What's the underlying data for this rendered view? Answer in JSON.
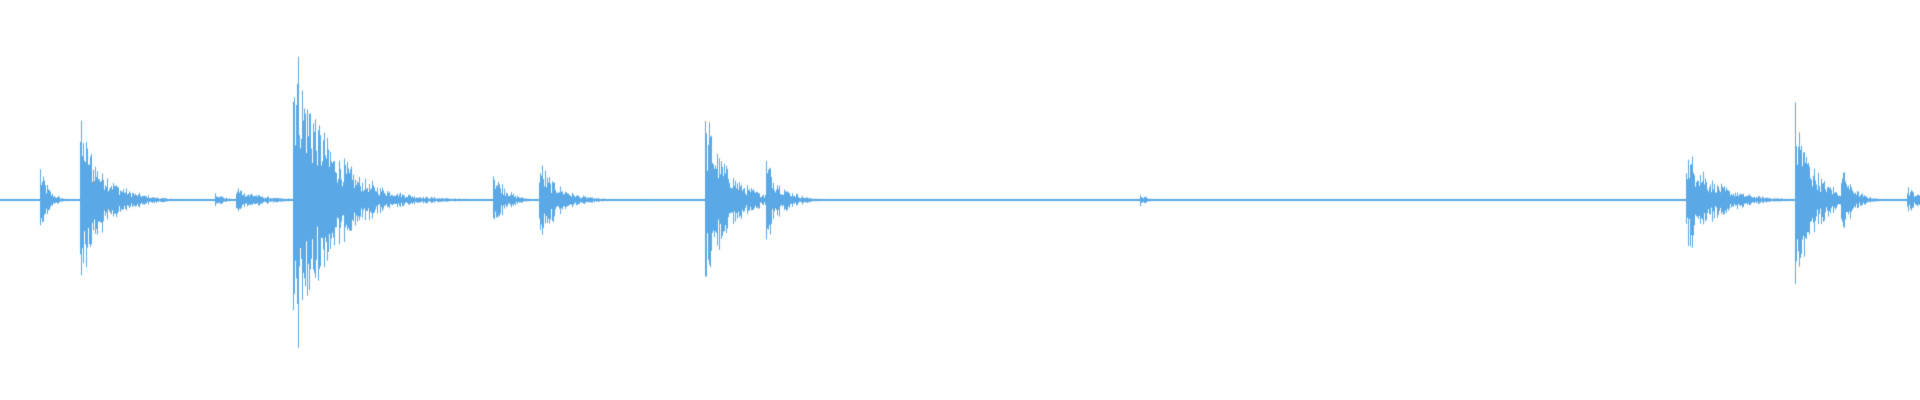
{
  "waveform": {
    "color": "#5aa9e6",
    "background": "#ffffff",
    "label": "",
    "events": [
      {
        "t": 0.0207,
        "amp": 0.19,
        "decay": 0.004
      },
      {
        "t": 0.0415,
        "amp": 0.43,
        "decay": 0.012
      },
      {
        "t": 0.1118,
        "amp": 0.05,
        "decay": 0.004
      },
      {
        "t": 0.1227,
        "amp": 0.07,
        "decay": 0.012
      },
      {
        "t": 0.1525,
        "amp": 0.86,
        "decay": 0.018
      },
      {
        "t": 0.236,
        "amp": 0.01,
        "decay": 0.004
      },
      {
        "t": 0.2568,
        "amp": 0.18,
        "decay": 0.006
      },
      {
        "t": 0.2805,
        "amp": 0.21,
        "decay": 0.01
      },
      {
        "t": 0.334,
        "amp": 0.01,
        "decay": 0.004
      },
      {
        "t": 0.367,
        "amp": 0.45,
        "decay": 0.012
      },
      {
        "t": 0.399,
        "amp": 0.22,
        "decay": 0.008
      },
      {
        "t": 0.594,
        "amp": 0.03,
        "decay": 0.004
      },
      {
        "t": 0.878,
        "amp": 0.29,
        "decay": 0.014
      },
      {
        "t": 0.935,
        "amp": 0.48,
        "decay": 0.01
      },
      {
        "t": 0.959,
        "amp": 0.19,
        "decay": 0.006
      },
      {
        "t": 0.993,
        "amp": 0.08,
        "decay": 0.006
      }
    ]
  }
}
